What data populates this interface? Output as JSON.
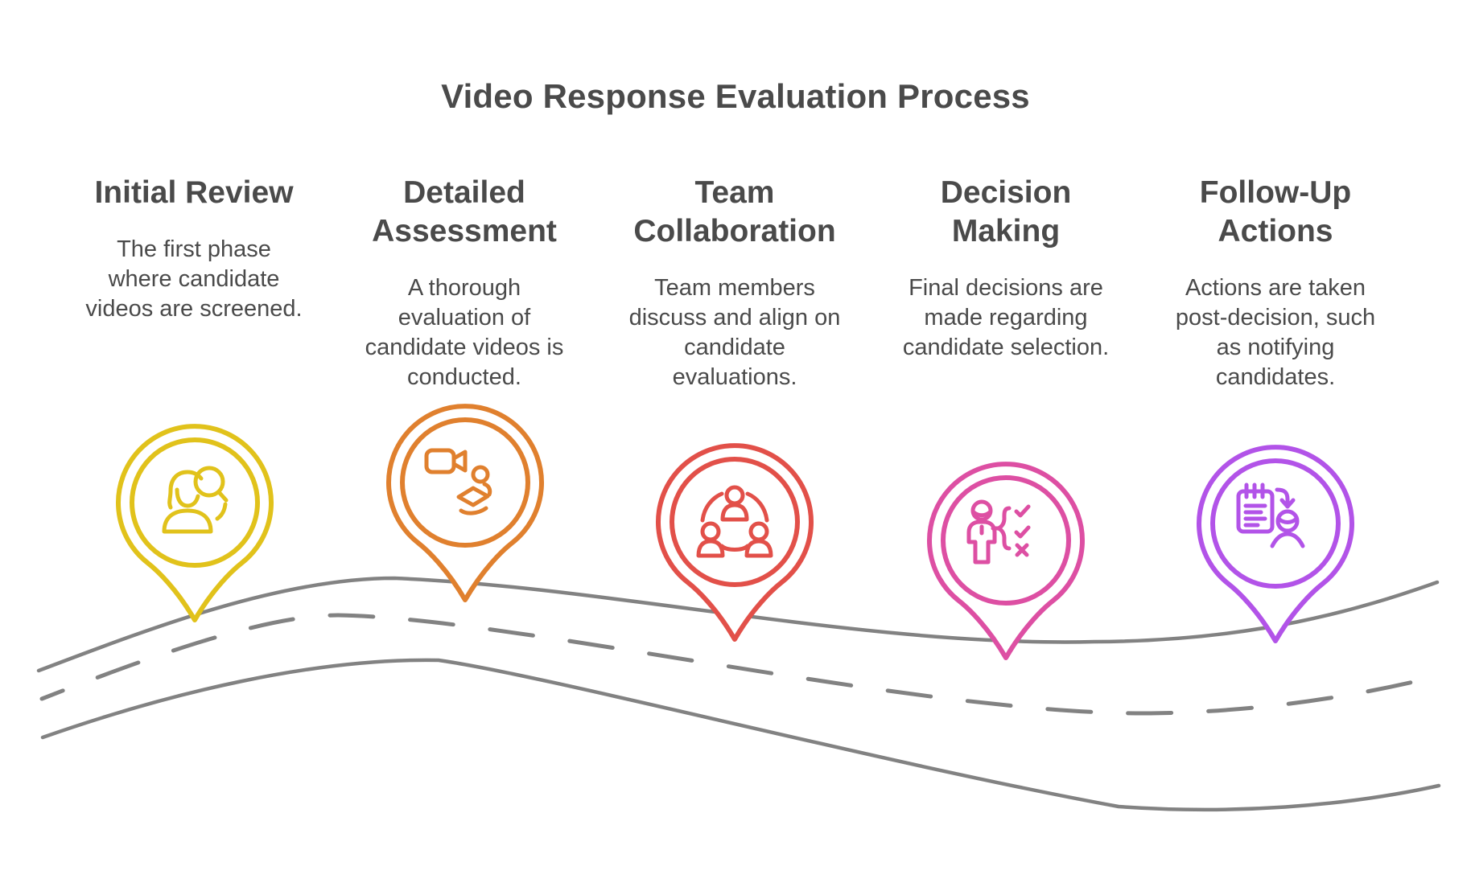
{
  "title": "Video Response Evaluation Process",
  "text_color": "#4a4a4a",
  "road": {
    "color": "#828282"
  },
  "stages": [
    {
      "heading": "Initial Review",
      "description": "The first phase\nwhere candidate\nvideos are screened.",
      "color": "#E1C21B",
      "icon": "candidate-search-icon"
    },
    {
      "heading": "Detailed\nAssessment",
      "description": "A thorough\nevaluation of\ncandidate videos is\nconducted.",
      "color": "#E0802E",
      "icon": "video-review-icon"
    },
    {
      "heading": "Team\nCollaboration",
      "description": "Team members\ndiscuss and align on\ncandidate\nevaluations.",
      "color": "#E25049",
      "icon": "team-network-icon"
    },
    {
      "heading": "Decision\nMaking",
      "description": "Final decisions are\nmade regarding\ncandidate selection.",
      "color": "#DD4FA3",
      "icon": "decision-checklist-icon"
    },
    {
      "heading": "Follow-Up\nActions",
      "description": "Actions are taken\npost-decision, such\nas notifying\ncandidates.",
      "color": "#B253E8",
      "icon": "notes-handoff-icon"
    }
  ]
}
